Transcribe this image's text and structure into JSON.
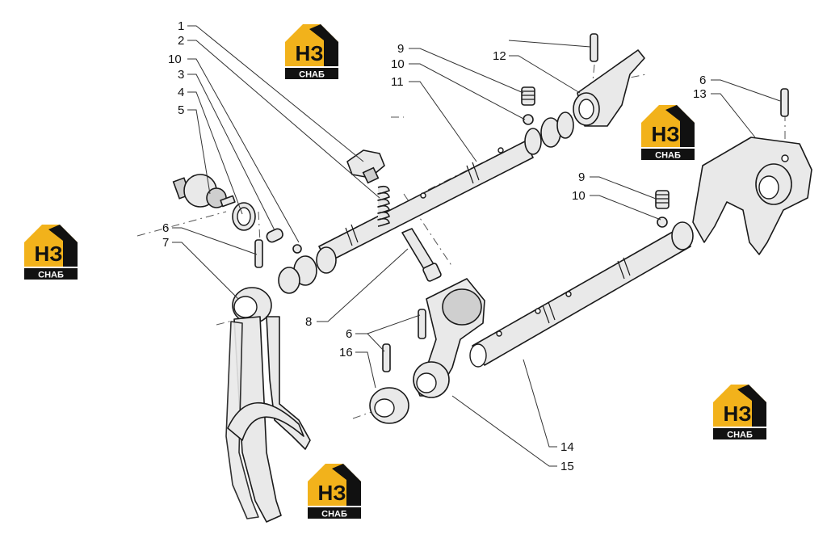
{
  "logo": {
    "mark": "НЗ",
    "caption": "СНАБ",
    "color_yellow": "#f2b21b",
    "color_black": "#111111"
  },
  "callouts": [
    "1",
    "2",
    "10",
    "3",
    "4",
    "5",
    "6",
    "7",
    "9",
    "10",
    "11",
    "12",
    "6",
    "13",
    "9",
    "10",
    "8",
    "6",
    "16",
    "14",
    "15"
  ]
}
